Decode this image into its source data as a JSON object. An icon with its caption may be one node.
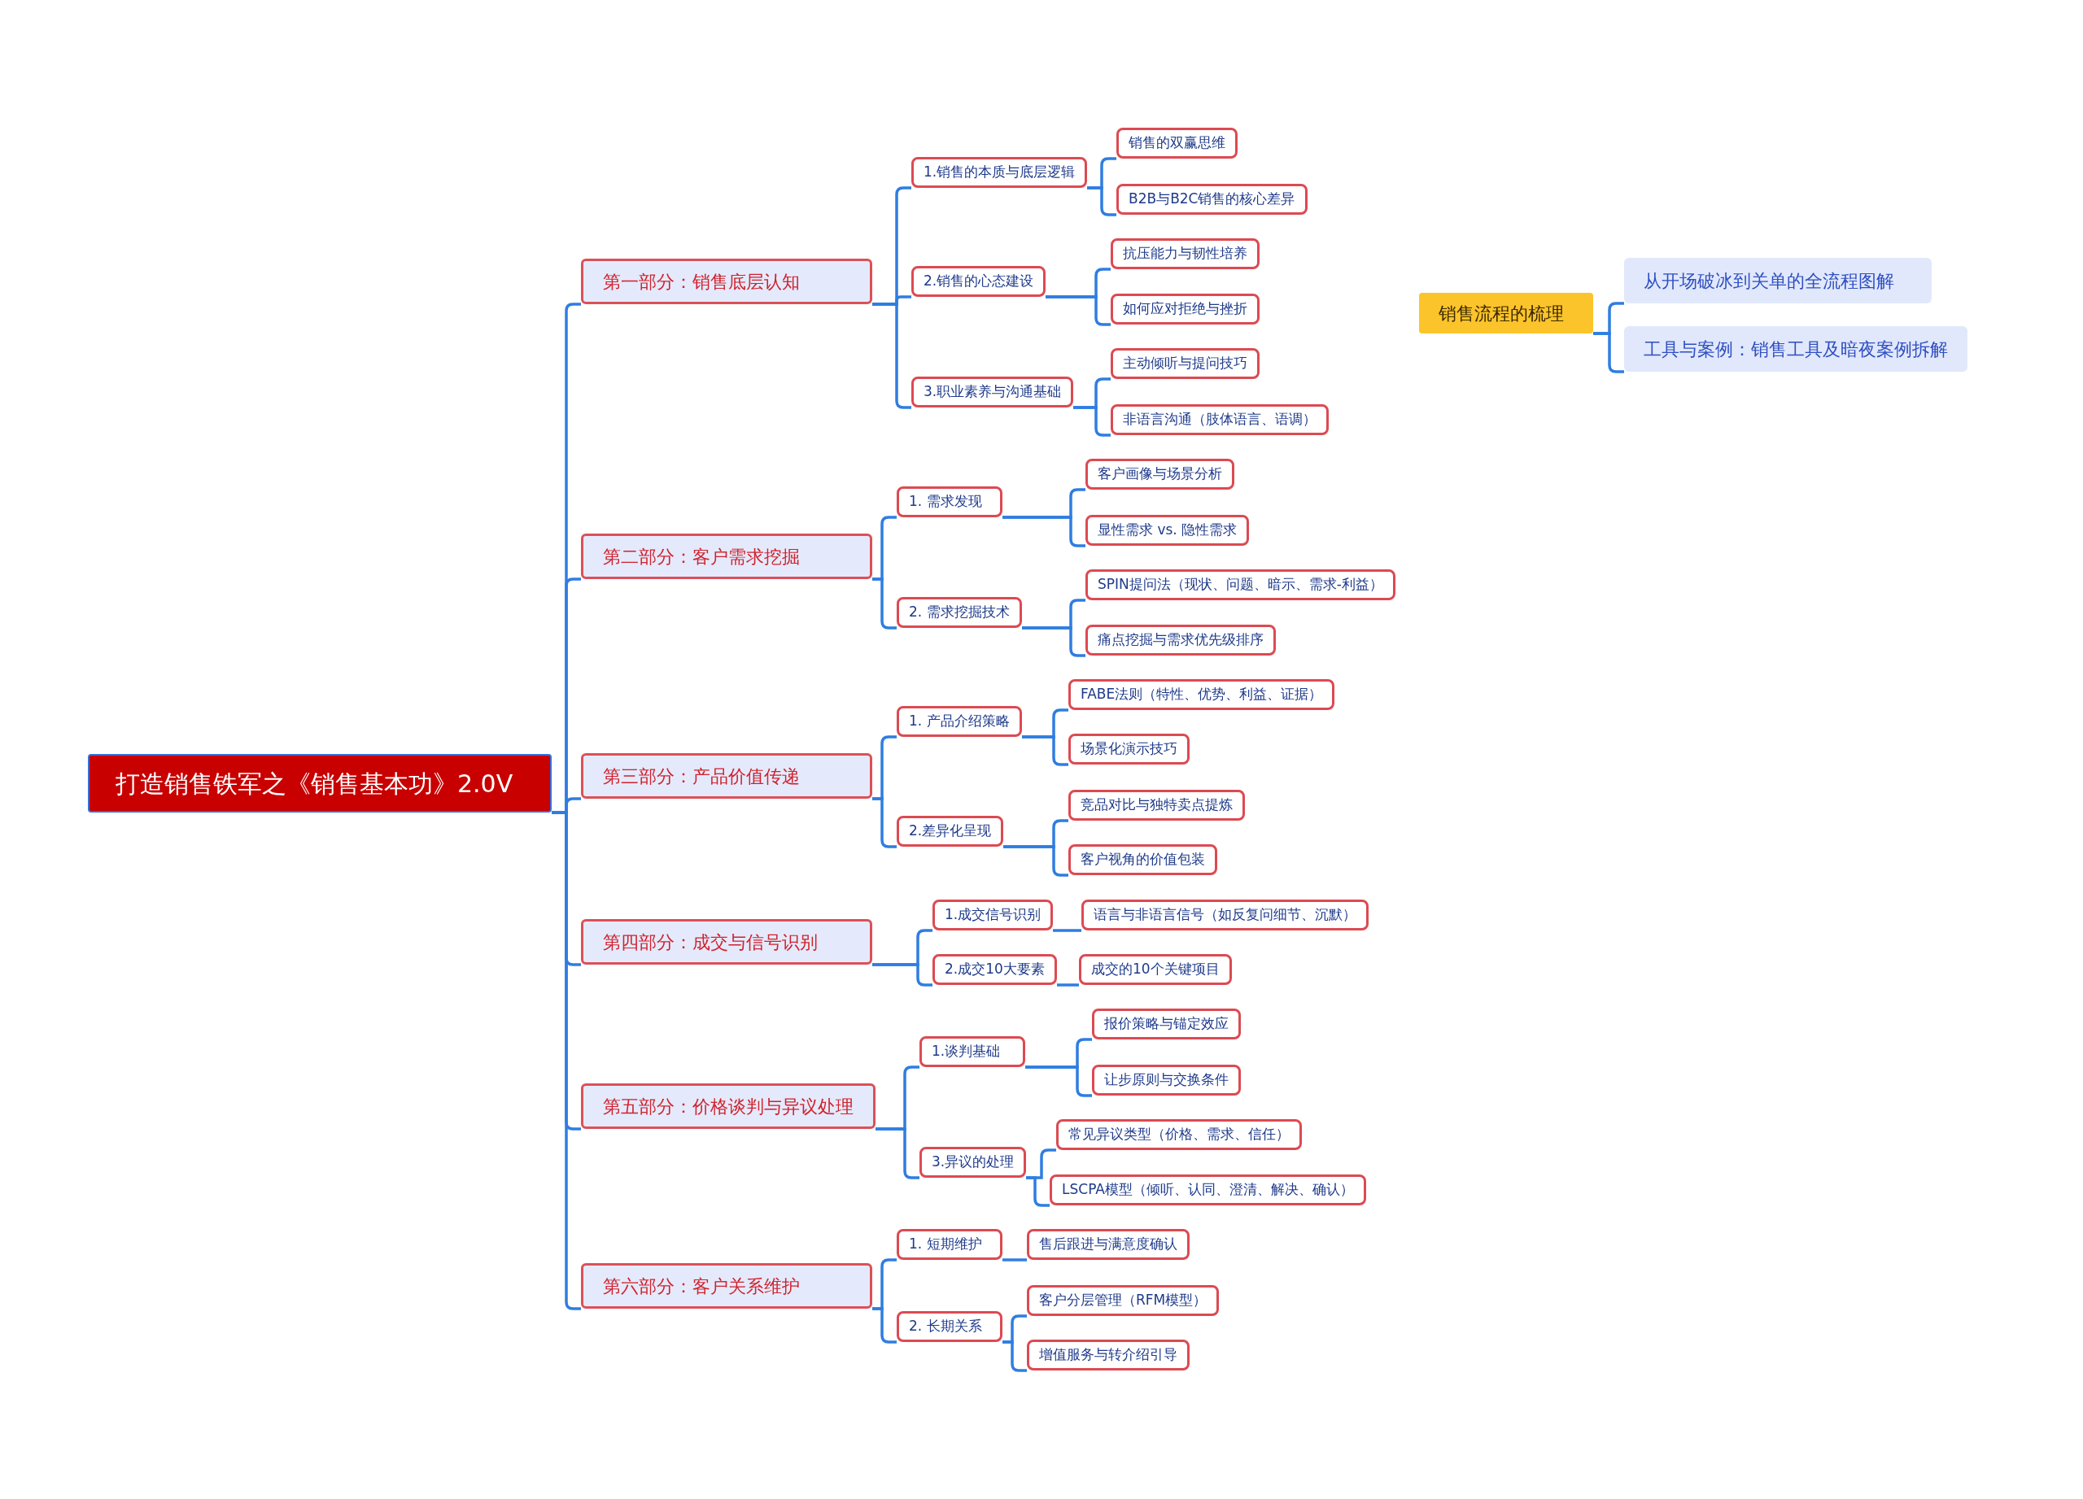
{
  "diagram": {
    "nodes": [
      {
        "text": [
          "打造销售铁军之《销售基本功》2.0V"
        ]
      },
      {
        "text": [
          "第一部分：销售底层认知"
        ]
      },
      {
        "text": [
          "1.销售的本质与底层逻辑"
        ]
      },
      {
        "text": [
          "销售的双赢思维"
        ]
      },
      {
        "text": [
          "B2B与B2C销售的核心差异"
        ]
      },
      {
        "text": [
          "2.销售的心态建设"
        ]
      },
      {
        "text": [
          "抗压能力与韧性培养"
        ]
      },
      {
        "text": [
          "如何应对拒绝与挫折"
        ]
      },
      {
        "text": [
          "3.职业素养与沟通基础"
        ]
      },
      {
        "text": [
          "主动倾听与提问技巧"
        ]
      },
      {
        "text": [
          "非语言沟通（肢体语言、语调）"
        ]
      },
      {
        "text": [
          "第二部分：客户需求挖掘"
        ]
      },
      {
        "text": [
          "1. 需求发现"
        ]
      },
      {
        "text": [
          "客户画像与场景分析"
        ]
      },
      {
        "text": [
          "显性需求 vs. 隐性需求"
        ]
      },
      {
        "text": [
          "2. 需求挖掘技术"
        ]
      },
      {
        "text": [
          "SPIN提问法（现状、问题、暗示、需求-利益）"
        ]
      },
      {
        "text": [
          "痛点挖掘与需求优先级排序"
        ]
      },
      {
        "text": [
          "第三部分：产品价值传递"
        ]
      },
      {
        "text": [
          "1. 产品介绍策略"
        ]
      },
      {
        "text": [
          "FABE法则（特性、优势、利益、证据）"
        ]
      },
      {
        "text": [
          "场景化演示技巧"
        ]
      },
      {
        "text": [
          "2.差异化呈现"
        ]
      },
      {
        "text": [
          "竞品对比与独特卖点提炼"
        ]
      },
      {
        "text": [
          "客户视角的价值包装"
        ]
      },
      {
        "text": [
          "第四部分：成交与信号识别"
        ]
      },
      {
        "text": [
          "1.成交信号识别"
        ]
      },
      {
        "text": [
          "语言与非语言信号（如反复问细节、沉默）"
        ]
      },
      {
        "text": [
          "2.成交10大要素"
        ]
      },
      {
        "text": [
          "成交的10个关键项目"
        ]
      },
      {
        "text": [
          "第五部分：价格谈判与异议处理"
        ]
      },
      {
        "text": [
          "1.谈判基础"
        ]
      },
      {
        "text": [
          "报价策略与锚定效应"
        ]
      },
      {
        "text": [
          "让步原则与交换条件"
        ]
      },
      {
        "text": [
          "3.异议的处理"
        ]
      },
      {
        "text": [
          "常见异议类型（价格、需求、信任）"
        ]
      },
      {
        "text": [
          "LSCPA模型（倾听、认同、澄清、解决、确认）"
        ]
      },
      {
        "text": [
          "第六部分：客户关系维护"
        ]
      },
      {
        "text": [
          "1. 短期维护"
        ]
      },
      {
        "text": [
          "售后跟进与满意度确认"
        ]
      },
      {
        "text": [
          "2. 长期关系"
        ]
      },
      {
        "text": [
          "客户分层管理（RFM模型）"
        ]
      },
      {
        "text": [
          "增值服务与转介绍引导"
        ]
      },
      {
        "text": [
          "销售流程的梳理"
        ]
      },
      {
        "text": [
          "从开场破冰到关单的全流程图解"
        ]
      },
      {
        "text": [
          "工具与案例：销售工具及暗夜案例拆解"
        ]
      }
    ],
    "edges": [
      {
        "from": 0,
        "to": 1,
        "arrow": "none"
      },
      {
        "from": 1,
        "to": 2,
        "arrow": "none"
      },
      {
        "from": 2,
        "to": 3,
        "arrow": "none"
      },
      {
        "from": 2,
        "to": 4,
        "arrow": "none"
      },
      {
        "from": 1,
        "to": 5,
        "arrow": "none"
      },
      {
        "from": 5,
        "to": 6,
        "arrow": "none"
      },
      {
        "from": 5,
        "to": 7,
        "arrow": "none"
      },
      {
        "from": 1,
        "to": 8,
        "arrow": "none"
      },
      {
        "from": 8,
        "to": 9,
        "arrow": "none"
      },
      {
        "from": 8,
        "to": 10,
        "arrow": "none"
      },
      {
        "from": 0,
        "to": 11,
        "arrow": "none"
      },
      {
        "from": 11,
        "to": 12,
        "arrow": "none"
      },
      {
        "from": 12,
        "to": 13,
        "arrow": "none"
      },
      {
        "from": 12,
        "to": 14,
        "arrow": "none"
      },
      {
        "from": 11,
        "to": 15,
        "arrow": "none"
      },
      {
        "from": 15,
        "to": 16,
        "arrow": "none"
      },
      {
        "from": 15,
        "to": 17,
        "arrow": "none"
      },
      {
        "from": 0,
        "to": 18,
        "arrow": "none"
      },
      {
        "from": 18,
        "to": 19,
        "arrow": "none"
      },
      {
        "from": 19,
        "to": 20,
        "arrow": "none"
      },
      {
        "from": 19,
        "to": 21,
        "arrow": "none"
      },
      {
        "from": 18,
        "to": 22,
        "arrow": "none"
      },
      {
        "from": 22,
        "to": 23,
        "arrow": "none"
      },
      {
        "from": 22,
        "to": 24,
        "arrow": "none"
      },
      {
        "from": 0,
        "to": 25,
        "arrow": "none"
      },
      {
        "from": 25,
        "to": 26,
        "arrow": "none"
      },
      {
        "from": 26,
        "to": 27,
        "arrow": "none"
      },
      {
        "from": 25,
        "to": 28,
        "arrow": "none"
      },
      {
        "from": 28,
        "to": 29,
        "arrow": "none"
      },
      {
        "from": 0,
        "to": 30,
        "arrow": "none"
      },
      {
        "from": 30,
        "to": 31,
        "arrow": "none"
      },
      {
        "from": 31,
        "to": 32,
        "arrow": "none"
      },
      {
        "from": 31,
        "to": 33,
        "arrow": "none"
      },
      {
        "from": 30,
        "to": 34,
        "arrow": "none"
      },
      {
        "from": 34,
        "to": 35,
        "arrow": "none"
      },
      {
        "from": 34,
        "to": 36,
        "arrow": "none"
      },
      {
        "from": 0,
        "to": 37,
        "arrow": "none"
      },
      {
        "from": 37,
        "to": 38,
        "arrow": "none"
      },
      {
        "from": 38,
        "to": 39,
        "arrow": "none"
      },
      {
        "from": 37,
        "to": 40,
        "arrow": "none"
      },
      {
        "from": 40,
        "to": 41,
        "arrow": "none"
      },
      {
        "from": 40,
        "to": 42,
        "arrow": "none"
      },
      {
        "from": 43,
        "to": 44,
        "arrow": "none"
      },
      {
        "from": 43,
        "to": 45,
        "arrow": "none"
      }
    ]
  }
}
